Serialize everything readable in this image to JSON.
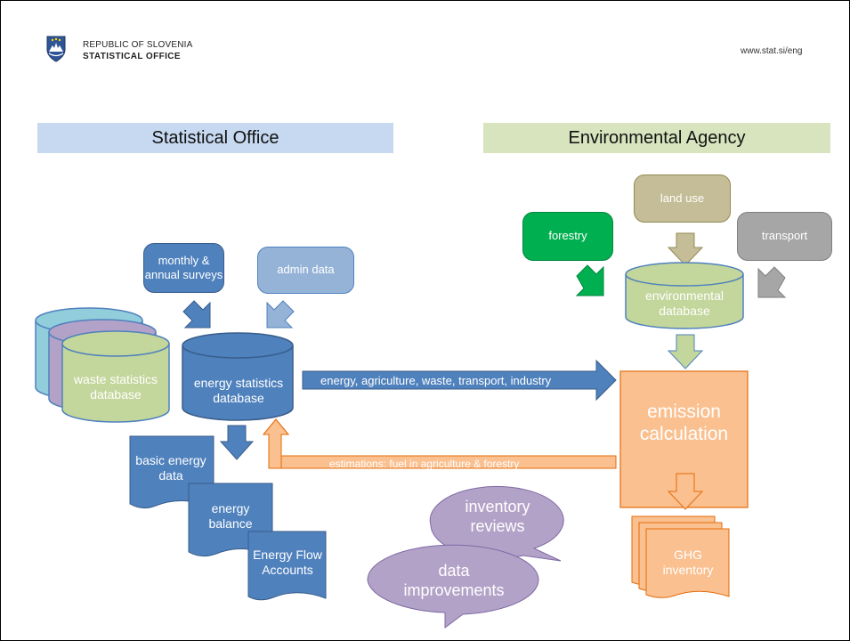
{
  "header": {
    "org_line1": "REPUBLIC OF SLOVENIA",
    "org_line2": "STATISTICAL OFFICE",
    "website": "www.stat.si/eng",
    "logo_icon": "slovenia-coat-of-arms-icon"
  },
  "bands": {
    "left": "Statistical Office",
    "right": "Environmental Agency"
  },
  "left_sources": {
    "surveys": "monthly & annual surveys",
    "admin": "admin data"
  },
  "left_databases": {
    "waste": "waste statistics database",
    "energy": "energy statistics database"
  },
  "documents": {
    "basic": "basic energy data",
    "balance": "energy balance",
    "flow": "Energy Flow Accounts"
  },
  "right_sources": {
    "forestry": "forestry",
    "land_use": "land use",
    "transport": "transport"
  },
  "right_database": "environmental database",
  "emission": "emission calculation",
  "ghg": "GHG inventory",
  "flows": {
    "to_agency": "energy, agriculture, waste, transport, industry",
    "to_office": "estimations: fuel in agriculture & forestry"
  },
  "callouts": {
    "reviews": "inventory reviews",
    "improvements": "data improvements"
  },
  "colors": {
    "blue": "#4f81bd",
    "light_blue": "#95b3d7",
    "green": "#00b050",
    "tan": "#c4bd97",
    "gray": "#a6a6a6",
    "olive": "#c3d69b",
    "orange": "#fac090",
    "purple": "#b3a2c7",
    "band_blue": "#c6d9f1",
    "band_green": "#d7e4bd"
  }
}
